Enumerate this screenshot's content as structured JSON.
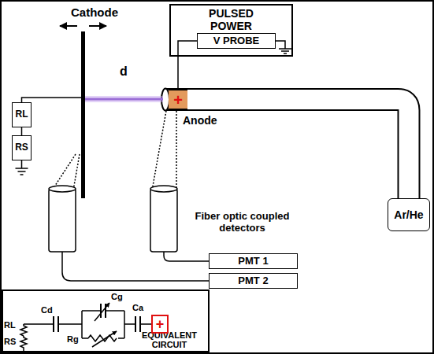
{
  "diagram": {
    "nodes": [
      {
        "text": [
          "PULSED POWER"
        ]
      },
      {
        "text": [
          "V PROBE"
        ],
        "in": 0
      },
      {
        "text": [
          "+"
        ]
      },
      {
        "text": [
          "RL"
        ]
      },
      {
        "text": [
          "RS"
        ]
      },
      {
        "text": [
          "Ar/He"
        ]
      },
      {
        "text": [
          "PMT 1"
        ]
      },
      {
        "text": [
          "PMT 2"
        ]
      },
      {
        "text": [
          "EQUIVALENT CIRCUIT"
        ]
      },
      {
        "text": [
          "+"
        ],
        "in": 8
      }
    ],
    "edges": [
      {
        "from": 0,
        "to": 2,
        "arrow": "none"
      },
      {
        "from": 3,
        "to": 4,
        "arrow": "none"
      }
    ],
    "labels": [
      "Cathode",
      "d",
      "Anode",
      "Fiber optic coupled detectors",
      "Cd",
      "Cg",
      "Ca",
      "RL",
      "Rg",
      "RS"
    ]
  }
}
